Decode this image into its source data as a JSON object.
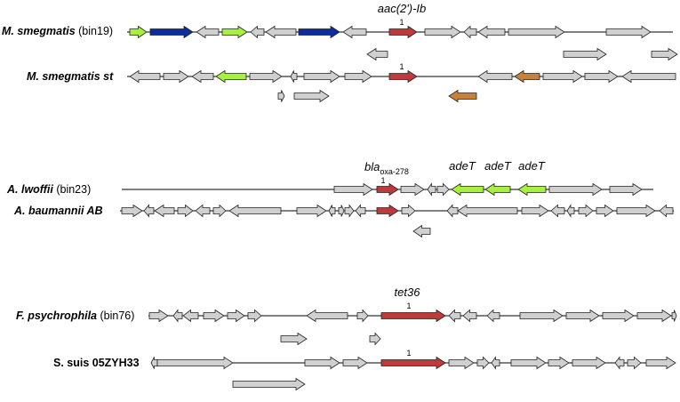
{
  "colors": {
    "gray": "#d0d0d0",
    "red": "#c0393b",
    "green": "#a6f040",
    "blue": "#0b2d9e",
    "orange": "#c8803a",
    "stroke": "#222222"
  },
  "panels": [
    {
      "id": "msmeg",
      "gene_label": "aac(2')-Ib",
      "gene_label_style": "italic",
      "tracks": [
        {
          "organism": "M. smegmatis",
          "suffix": " (bin19)"
        },
        {
          "organism": "M. smegmatis st",
          "suffix": ""
        }
      ],
      "markers": [
        "1",
        "1"
      ]
    },
    {
      "id": "acineto",
      "gene_label_main": "bla",
      "gene_label_sub": "oxa-278",
      "extra_labels": [
        "adeT",
        "adeT",
        "adeT"
      ],
      "tracks": [
        {
          "organism": "A. lwoffii",
          "suffix": " (bin23)"
        },
        {
          "organism": "A. baumannii AB",
          "suffix": ""
        }
      ],
      "markers": [
        "1"
      ]
    },
    {
      "id": "flavo",
      "gene_label": "tet36",
      "gene_label_style": "italic",
      "tracks": [
        {
          "organism": "F. psychrophila",
          "suffix": " (bin76)"
        },
        {
          "organism": "S. suis 05ZYH33",
          "suffix": ""
        }
      ],
      "markers": [
        "1",
        "1"
      ]
    }
  ]
}
